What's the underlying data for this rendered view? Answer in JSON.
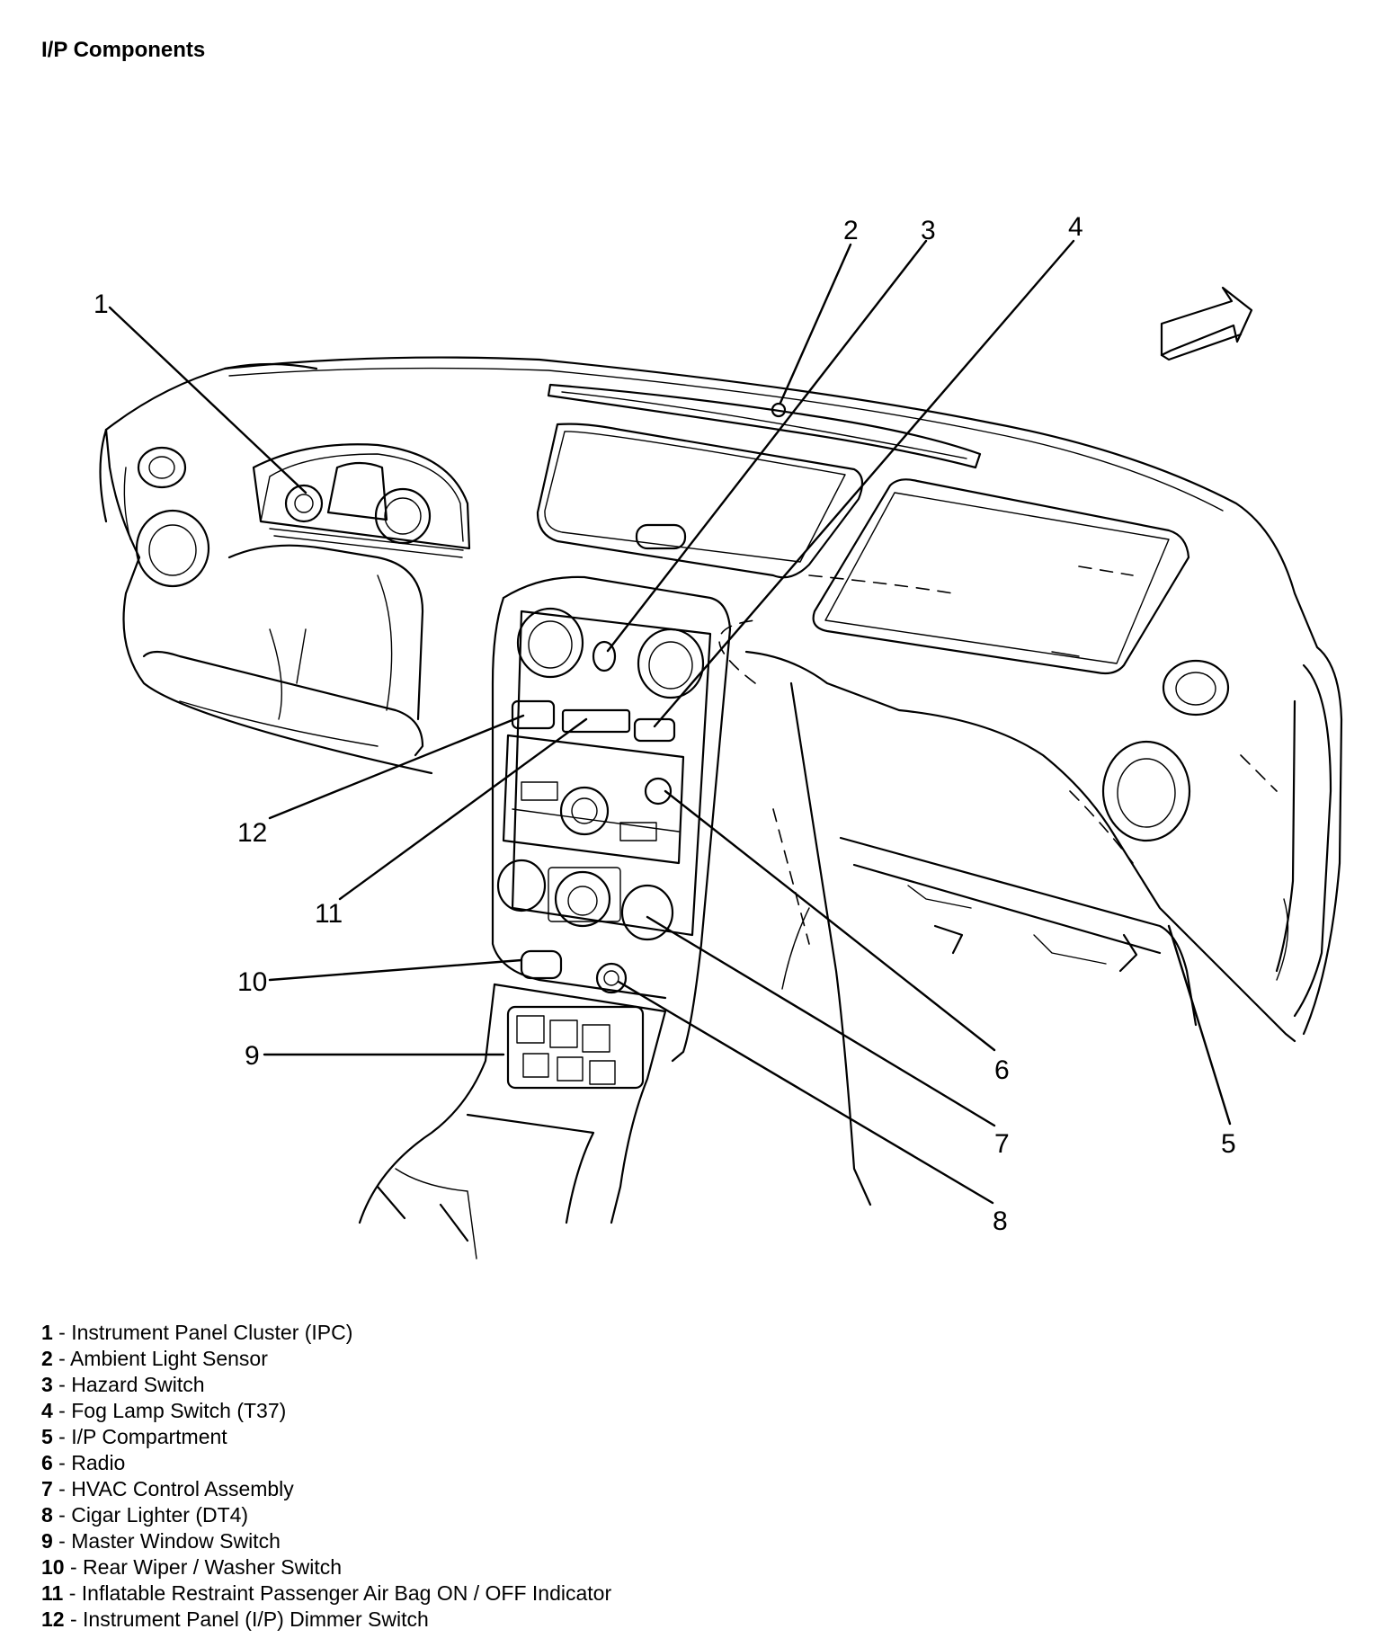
{
  "title": "I/P Components",
  "callouts": [
    "1",
    "2",
    "3",
    "4",
    "5",
    "6",
    "7",
    "8",
    "9",
    "10",
    "11",
    "12"
  ],
  "legend": [
    {
      "num": "1",
      "label": "Instrument Panel Cluster (IPC)"
    },
    {
      "num": "2",
      "label": "Ambient Light Sensor"
    },
    {
      "num": "3",
      "label": "Hazard Switch"
    },
    {
      "num": "4",
      "label": "Fog Lamp Switch (T37)"
    },
    {
      "num": "5",
      "label": "I/P Compartment"
    },
    {
      "num": "6",
      "label": "Radio"
    },
    {
      "num": "7",
      "label": "HVAC Control Assembly"
    },
    {
      "num": "8",
      "label": "Cigar Lighter (DT4)"
    },
    {
      "num": "9",
      "label": "Master Window Switch"
    },
    {
      "num": "10",
      "label": "Rear Wiper / Washer Switch"
    },
    {
      "num": "11",
      "label": "Inflatable Restraint Passenger Air Bag ON / OFF Indicator"
    },
    {
      "num": "12",
      "label": "Instrument Panel (I/P) Dimmer Switch"
    }
  ],
  "separator": " - ",
  "icons": {
    "direction": "forward-arrow-icon"
  }
}
